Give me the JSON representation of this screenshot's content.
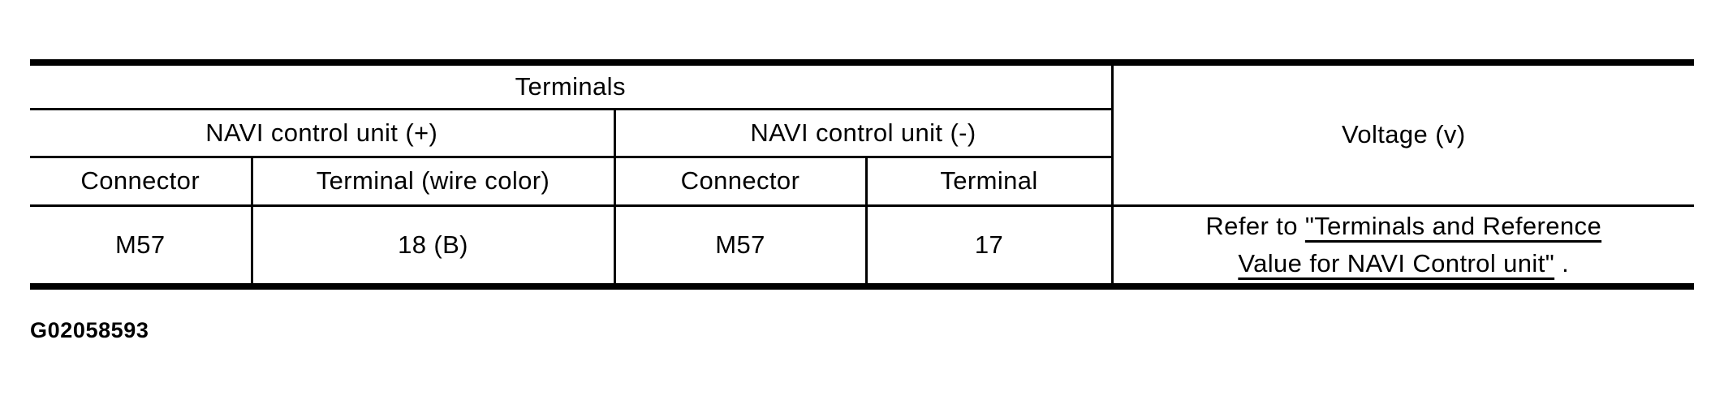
{
  "table": {
    "header": {
      "terminals_label": "Terminals",
      "navi_plus_label": "NAVI control unit (+)",
      "navi_minus_label": "NAVI control unit (-)",
      "plus_connector_label": "Connector",
      "plus_terminal_label": "Terminal (wire color)",
      "minus_connector_label": "Connector",
      "minus_terminal_label": "Terminal",
      "voltage_label": "Voltage (v)"
    },
    "row": {
      "plus_connector": "M57",
      "plus_terminal": "18 (B)",
      "minus_connector": "M57",
      "minus_terminal": "17",
      "voltage_prefix": "Refer to ",
      "voltage_link_line1": "\"Terminals and Reference",
      "voltage_link_line2": "Value for NAVI Control unit\"",
      "voltage_suffix": " ."
    }
  },
  "figure_id": "G02058593",
  "colors": {
    "border": "#000000",
    "text": "#000000",
    "background": "#ffffff"
  }
}
